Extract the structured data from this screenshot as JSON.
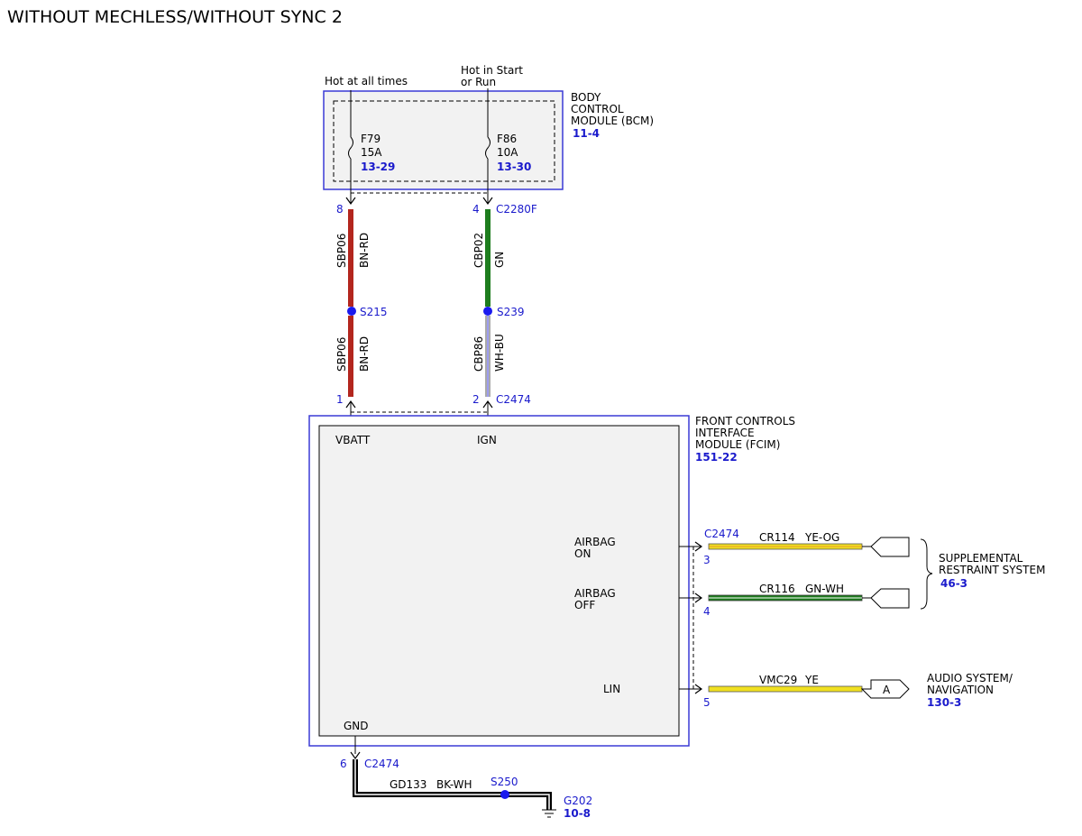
{
  "title": "WITHOUT MECHLESS/WITHOUT SYNC 2",
  "colors": {
    "module_border": "#3a3ad6",
    "spot_fill": "#f2f2f2",
    "BN-RD": "#b3261e",
    "GN": "#1e7d1e",
    "YE": "#f0e020",
    "splice": "#1a1aee"
  },
  "supply": {
    "hot_at_all_times": "Hot at all times",
    "hot_in_start_line1": "Hot in Start",
    "hot_in_start_line2": "or Run"
  },
  "bcm": {
    "name_line1": "BODY",
    "name_line2": "CONTROL",
    "name_line3": "MODULE (BCM)",
    "ref": "11-4",
    "fuse1": {
      "id": "F79",
      "rating": "15A",
      "ref": "13-29"
    },
    "fuse2": {
      "id": "F86",
      "rating": "10A",
      "ref": "13-30"
    },
    "pin_left": "8",
    "pin_right": "4",
    "connector": "C2280F"
  },
  "wires": {
    "left_upper": {
      "circuit": "SBP06",
      "color": "BN-RD"
    },
    "right_upper": {
      "circuit": "CBP02",
      "color": "GN"
    },
    "left_lower": {
      "circuit": "SBP06",
      "color": "BN-RD"
    },
    "right_lower": {
      "circuit": "CBP86",
      "color": "WH-BU"
    }
  },
  "splices": {
    "s215": "S215",
    "s239": "S239",
    "s250": "S250"
  },
  "fcim": {
    "name_line1": "FRONT CONTROLS",
    "name_line2": "INTERFACE",
    "name_line3": "MODULE (FCIM)",
    "ref": "151-22",
    "pin_vbatt": "1",
    "pin_ign": "2",
    "connector_top": "C2474",
    "vbatt": "VBATT",
    "ign": "IGN",
    "airbag_on_1": "AIRBAG",
    "airbag_on_2": "ON",
    "airbag_off_1": "AIRBAG",
    "airbag_off_2": "OFF",
    "lin": "LIN",
    "gnd": "GND",
    "connector_right": "C2474",
    "pin3": "3",
    "pin4": "4",
    "pin5": "5",
    "pin6": "6",
    "connector_bottom": "C2474"
  },
  "outputs": {
    "cr114": {
      "circuit": "CR114",
      "color": "YE-OG"
    },
    "cr116": {
      "circuit": "CR116",
      "color": "GN-WH"
    },
    "vmc29": {
      "circuit": "VMC29",
      "color": "YE"
    },
    "connector_a": "A"
  },
  "srs": {
    "line1": "SUPPLEMENTAL",
    "line2": "RESTRAINT SYSTEM",
    "ref": "46-3"
  },
  "audio": {
    "line1": "AUDIO SYSTEM/",
    "line2": "NAVIGATION",
    "ref": "130-3"
  },
  "ground": {
    "circuit": "GD133",
    "color": "BK-WH",
    "id": "G202",
    "ref": "10-8"
  }
}
